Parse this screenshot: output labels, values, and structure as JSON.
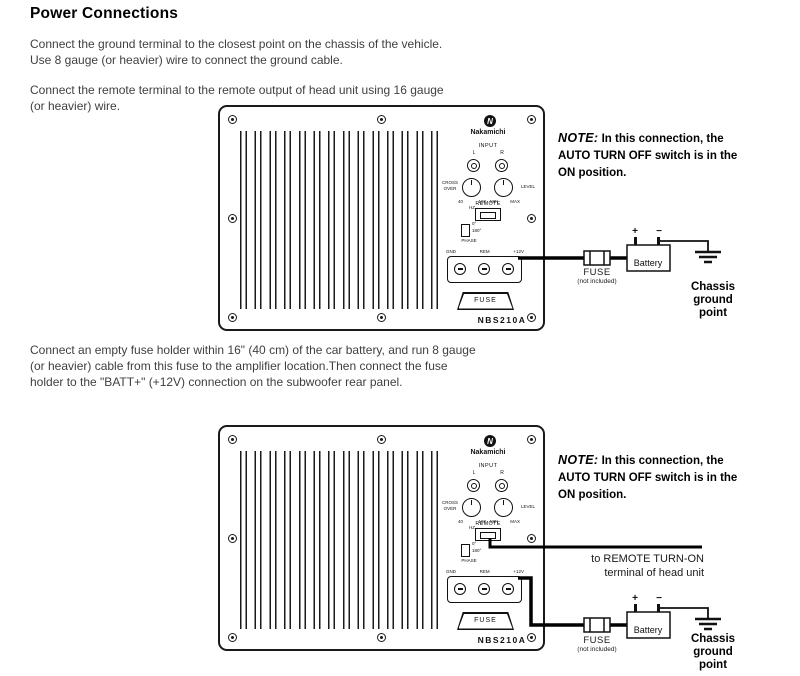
{
  "doc": {
    "title": "Power Connections",
    "p1l1": "Connect the ground terminal to the closest point on the chassis of the vehicle.",
    "p1l2": "Use 8 gauge (or heavier) wire to connect the ground cable.",
    "p2l1": "Connect the remote terminal to the remote output of head unit using 16 gauge",
    "p2l2": "(or heavier) wire.",
    "p3l1": "Connect an empty fuse holder within 16\" (40 cm) of the car battery, and run 8 gauge",
    "p3l2": "(or heavier) cable from this fuse to the amplifier location.Then connect the fuse",
    "p3l3": "holder to the \"BATT+\" (+12V) connection on the subwoofer rear panel."
  },
  "note": {
    "prefix": "NOTE:",
    "l1rest": " In this connection, the",
    "l2": "AUTO TURN OFF switch is in the",
    "l3": "ON position."
  },
  "amp": {
    "brand": "Nakamichi",
    "logo_letter": "N",
    "input": "INPUT",
    "jack_l": "L",
    "jack_r": "R",
    "cross1": "CROSS",
    "cross2": "OVER",
    "level": "LEVEL",
    "freq40": "40",
    "freq160": "160",
    "hz": "HZ",
    "min": "MIN",
    "max": "MAX",
    "remote": "REMOTE",
    "phase0": "0°",
    "phase180": "180°",
    "phase": "PHASE",
    "gnd": "GND",
    "rem": "REM",
    "v12": "+12V",
    "fuse": "FUSE",
    "model": "NBS210A"
  },
  "wiring": {
    "fuse": "FUSE",
    "not_included": "(not included)",
    "battery": "Battery",
    "plus": "+",
    "minus": "−",
    "chassis1": "Chassis",
    "chassis2": "ground",
    "chassis3": "point",
    "remote1": "to REMOTE TURN-ON",
    "remote2": "terminal of head unit"
  }
}
